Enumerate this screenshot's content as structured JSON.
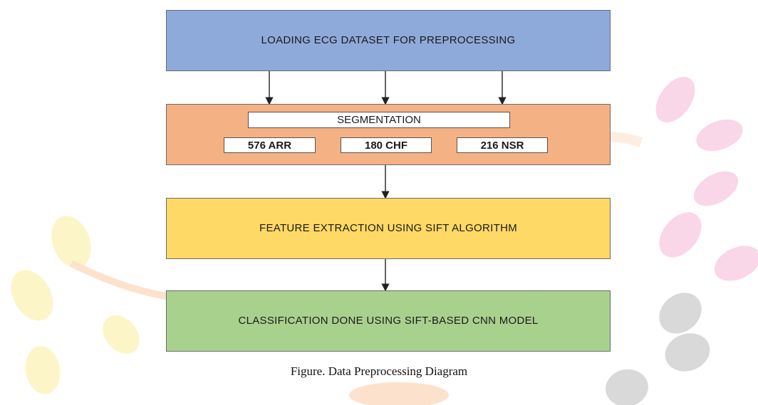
{
  "nodes": {
    "load": "LOADING ECG DATASET FOR PREPROCESSING",
    "segmentation": {
      "title": "SEGMENTATION",
      "classes": [
        "576 ARR",
        "180 CHF",
        "216 NSR"
      ]
    },
    "feature": "FEATURE EXTRACTION USING SIFT ALGORITHM",
    "classification": "CLASSIFICATION DONE USING SIFT-BASED CNN MODEL"
  },
  "caption": "Figure. Data Preprocessing Diagram",
  "colors": {
    "load": "#8eaadb",
    "segmentation": "#f4b183",
    "feature": "#ffd966",
    "classification": "#a9d18e"
  }
}
